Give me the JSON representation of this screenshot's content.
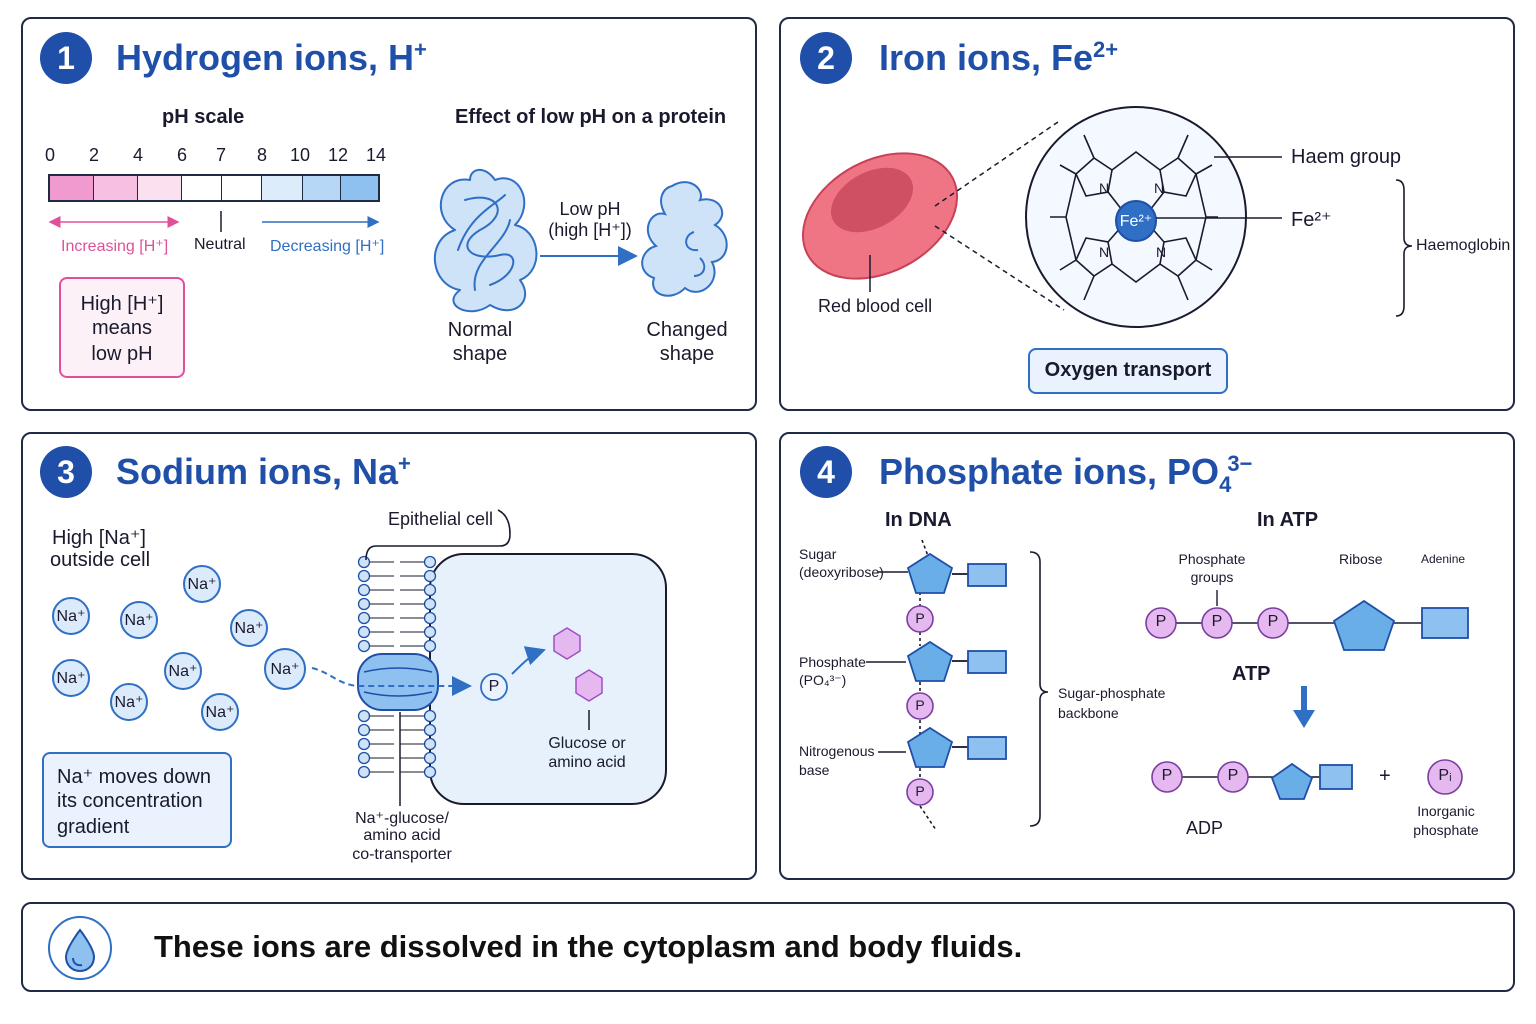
{
  "panels": {
    "p1": {
      "number": "1",
      "title": "Hydrogen ions, H",
      "title_sup": "+",
      "ph_scale_title": "pH scale",
      "ph_ticks": [
        "0",
        "2",
        "4",
        "6",
        "7",
        "8",
        "10",
        "12",
        "14"
      ],
      "increasing_label": "Increasing [H⁺]",
      "neutral_label": "Neutral",
      "decreasing_label": "Decreasing [H⁺]",
      "callout_line1": "High [H⁺]",
      "callout_line2": "means",
      "callout_line3": "low pH",
      "protein_title": "Effect of low pH on a protein",
      "arrow_line1": "Low pH",
      "arrow_line2": "(high [H⁺])",
      "normal_line1": "Normal",
      "normal_line2": "shape",
      "changed_line1": "Changed",
      "changed_line2": "shape"
    },
    "p2": {
      "number": "2",
      "title": "Iron ions, Fe",
      "title_sup": "2+",
      "haem_group": "Haem group",
      "fe_label": "Fe²⁺",
      "fe_center": "Fe²⁺",
      "nitrogen": "N",
      "haemoglobin": "Haemoglobin",
      "red_blood_cell": "Red blood cell",
      "oxygen_transport": "Oxygen transport"
    },
    "p3": {
      "number": "3",
      "title": "Sodium ions, Na",
      "title_sup": "+",
      "high_na_line1": "High [Na⁺]",
      "high_na_line2": "outside cell",
      "na_ion": "Na⁺",
      "epithelial_cell": "Epithelial cell",
      "phosphate_p": "P",
      "glucose_line1": "Glucose or",
      "glucose_line2": "amino acid",
      "cotransporter_line1": "Na⁺-glucose/",
      "cotransporter_line2": "amino acid",
      "cotransporter_line3": "co-transporter",
      "callout_line1": "Na⁺ moves down",
      "callout_line2": "its concentration",
      "callout_line3": "gradient"
    },
    "p4": {
      "number": "4",
      "title": "Phosphate ions, PO",
      "title_sub": "4",
      "title_sup": "3−",
      "in_dna": "In DNA",
      "in_atp": "In ATP",
      "sugar_line1": "Sugar",
      "sugar_line2": "(deoxyribose)",
      "phosphate_line1": "Phosphate",
      "phosphate_line2": "(PO₄³⁻)",
      "nitro_line1": "Nitrogenous",
      "nitro_line2": "base",
      "backbone_line1": "Sugar-phosphate",
      "backbone_line2": "backbone",
      "pgroups_line1": "Phosphate",
      "pgroups_line2": "groups",
      "ribose": "Ribose",
      "adenine": "Adenine",
      "atp": "ATP",
      "adp": "ADP",
      "plus": "+",
      "p": "P",
      "pi": "Pᵢ",
      "inorganic_line1": "Inorganic",
      "inorganic_line2": "phosphate"
    }
  },
  "footer": {
    "text": "These ions are dissolved in the cytoplasm and body fluids.",
    "icon": "water-drop-icon"
  },
  "colors": {
    "accent": "#1f4fa8",
    "pink": "#e0509a",
    "light_blue": "#cfe3f8",
    "red_cell": "#e8687a",
    "purple_p": "#e6b8f0"
  }
}
